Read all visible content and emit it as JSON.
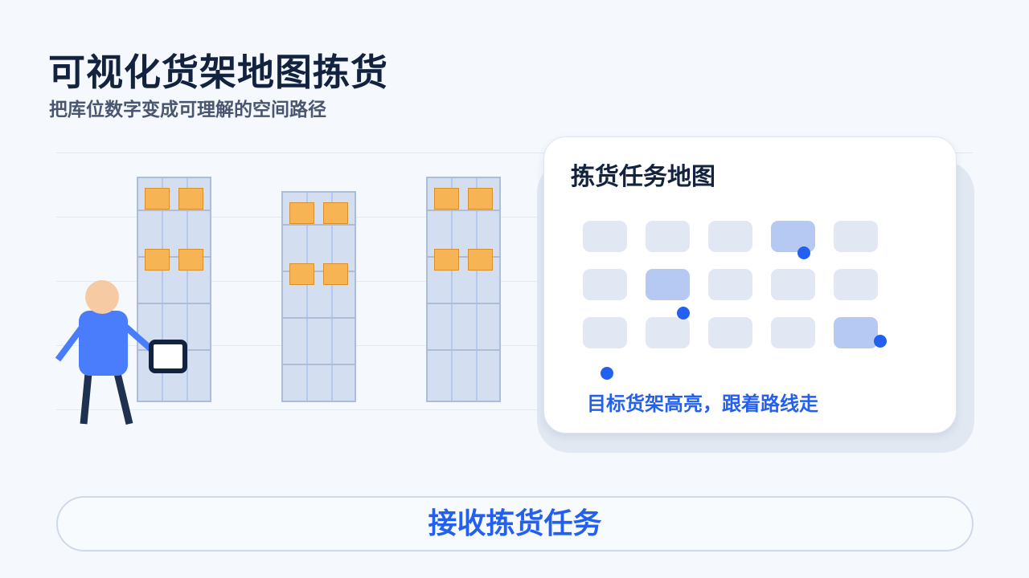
{
  "header": {
    "title": "可视化货架地图拣货",
    "subtitle": "把库位数字变成可理解的空间路径"
  },
  "map_card": {
    "title": "拣货任务地图",
    "caption": "目标货架高亮，跟着路线走",
    "grid": {
      "rows": 3,
      "cols": 5,
      "highlighted": [
        [
          0,
          3
        ],
        [
          1,
          1
        ],
        [
          2,
          4
        ]
      ]
    }
  },
  "action": {
    "label": "接收拣货任务"
  },
  "colors": {
    "background": "#f5f9fd",
    "title": "#13233f",
    "accent": "#2460f0",
    "rack": "#d3def0",
    "box": "#f6b455",
    "worker_body": "#4a7dfb",
    "worker_skin": "#f6cba4",
    "highlight_cell": "#b6c9f3"
  },
  "icons": {
    "worker": "warehouse-worker-icon",
    "scanner": "handheld-scanner-icon",
    "route_point": "route-dot-icon"
  }
}
